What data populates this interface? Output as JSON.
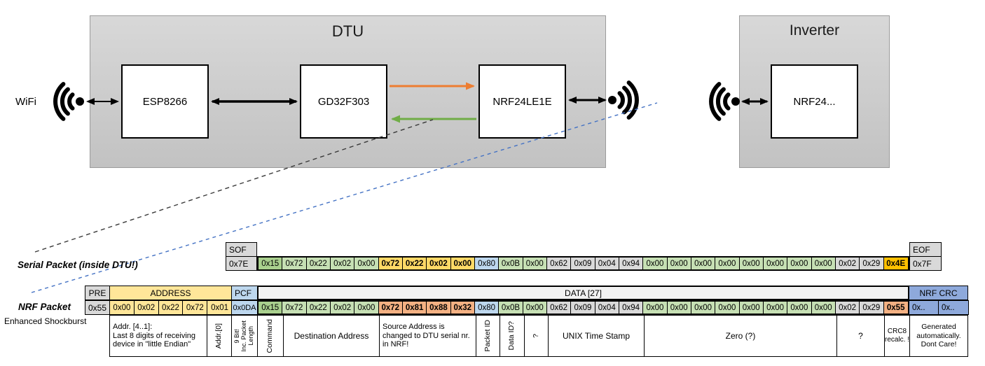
{
  "diagram": {
    "wifi_label": "WiFi",
    "dtu": {
      "title": "DTU",
      "chips": [
        "ESP8266",
        "GD32F303",
        "NRF24LE1E"
      ]
    },
    "inverter": {
      "title": "Inverter",
      "chip": "NRF24..."
    }
  },
  "serial_packet": {
    "label": "Serial Packet (inside DTU!)",
    "sof_header": "SOF",
    "sof_value": "0x7E",
    "eof_header": "EOF",
    "eof_value": "0x7F",
    "bytes": [
      {
        "v": "0x15",
        "c": "gd"
      },
      {
        "v": "0x72",
        "c": "g"
      },
      {
        "v": "0x22",
        "c": "g"
      },
      {
        "v": "0x02",
        "c": "g"
      },
      {
        "v": "0x00",
        "c": "g"
      },
      {
        "v": "0x72",
        "c": "y",
        "b": 1
      },
      {
        "v": "0x22",
        "c": "y",
        "b": 1
      },
      {
        "v": "0x02",
        "c": "y",
        "b": 1
      },
      {
        "v": "0x00",
        "c": "y",
        "b": 1
      },
      {
        "v": "0x80",
        "c": "bl"
      },
      {
        "v": "0x0B",
        "c": "g"
      },
      {
        "v": "0x00",
        "c": "g"
      },
      {
        "v": "0x62",
        "c": "gy"
      },
      {
        "v": "0x09",
        "c": "gy"
      },
      {
        "v": "0x04",
        "c": "gy"
      },
      {
        "v": "0x94",
        "c": "gy"
      },
      {
        "v": "0x00",
        "c": "g"
      },
      {
        "v": "0x00",
        "c": "g"
      },
      {
        "v": "0x00",
        "c": "g"
      },
      {
        "v": "0x00",
        "c": "g"
      },
      {
        "v": "0x00",
        "c": "g"
      },
      {
        "v": "0x00",
        "c": "g"
      },
      {
        "v": "0x00",
        "c": "g"
      },
      {
        "v": "0x00",
        "c": "g"
      },
      {
        "v": "0x02",
        "c": "gy"
      },
      {
        "v": "0x29",
        "c": "gy"
      },
      {
        "v": "0x4E",
        "c": "a",
        "b": 1
      }
    ]
  },
  "nrf_packet": {
    "label": "NRF Packet",
    "sublabel": "Enhanced Shockburst",
    "pre_header": "PRE",
    "pre_value": "0x55",
    "address_header": "ADDRESS",
    "address_cells": [
      {
        "v": "0x00",
        "c": "ya"
      },
      {
        "v": "0x02",
        "c": "ya"
      },
      {
        "v": "0x22",
        "c": "ya"
      },
      {
        "v": "0x72",
        "c": "ya"
      },
      {
        "v": "0x01",
        "c": "ya"
      }
    ],
    "pcf_header": "PCF",
    "pcf_value": "0x0DA",
    "data_header": "DATA [27]",
    "crc_header": "NRF CRC",
    "crc_cells": [
      {
        "v": "0x..",
        "c": "bm"
      },
      {
        "v": "0x..",
        "c": "bm"
      }
    ],
    "bytes": [
      {
        "v": "0x15",
        "c": "gd"
      },
      {
        "v": "0x72",
        "c": "g"
      },
      {
        "v": "0x22",
        "c": "g"
      },
      {
        "v": "0x02",
        "c": "g"
      },
      {
        "v": "0x00",
        "c": "g"
      },
      {
        "v": "0x72",
        "c": "s",
        "b": 1
      },
      {
        "v": "0x81",
        "c": "s",
        "b": 1
      },
      {
        "v": "0x88",
        "c": "s",
        "b": 1
      },
      {
        "v": "0x32",
        "c": "s",
        "b": 1
      },
      {
        "v": "0x80",
        "c": "bl"
      },
      {
        "v": "0x0B",
        "c": "g"
      },
      {
        "v": "0x00",
        "c": "g"
      },
      {
        "v": "0x62",
        "c": "gy"
      },
      {
        "v": "0x09",
        "c": "gy"
      },
      {
        "v": "0x04",
        "c": "gy"
      },
      {
        "v": "0x94",
        "c": "gy"
      },
      {
        "v": "0x00",
        "c": "g"
      },
      {
        "v": "0x00",
        "c": "g"
      },
      {
        "v": "0x00",
        "c": "g"
      },
      {
        "v": "0x00",
        "c": "g"
      },
      {
        "v": "0x00",
        "c": "g"
      },
      {
        "v": "0x00",
        "c": "g"
      },
      {
        "v": "0x00",
        "c": "g"
      },
      {
        "v": "0x00",
        "c": "g"
      },
      {
        "v": "0x02",
        "c": "gy"
      },
      {
        "v": "0x29",
        "c": "gy"
      },
      {
        "v": "0x55",
        "c": "s",
        "b": 1
      }
    ]
  },
  "annotations": {
    "addr41": "Addr. [4..1]:\nLast 8 digits of receiving device in \"little Endian\"",
    "addr0": "Addr.[0]",
    "pcf": "9 Bit!\nInc. Packet\nLength",
    "command": "Command",
    "destination": "Destination Address",
    "source": "Source Address is changed to DTU serial nr. in NRF!",
    "packet_id": "Packet ID",
    "data_id": "Data ID?",
    "q1": "?",
    "unix": "UNIX Time Stamp",
    "zero": "Zero (?)",
    "q2": "?",
    "crc8": "CRC8 recalc. !",
    "generated": "Generated automatically. Dont Care!"
  },
  "colors": {
    "orange_arrow": "#ED7D31",
    "green_arrow": "#70AD47",
    "blue_dash": "#4472C4",
    "gold": "#FFD966",
    "amber": "#FFC000",
    "salmon": "#F4B183",
    "address_yellow": "#FFE699",
    "green_light": "#C6E0B4",
    "green_dark": "#A9D08E",
    "blue_light": "#BDD7EE",
    "blue_medium": "#8EA9DB",
    "gray": "#D9D9D9"
  }
}
